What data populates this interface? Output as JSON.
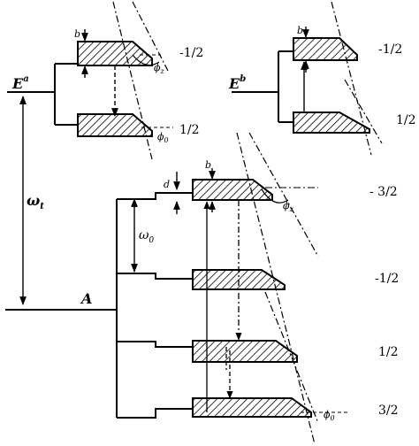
{
  "levels": {
    "E_a": {
      "label": "E",
      "sup": "a"
    },
    "E_b": {
      "label": "E",
      "sup": "b"
    },
    "A": {
      "label": "A"
    }
  },
  "quantum_numbers": {
    "ea_top": "-1/2",
    "ea_bottom": "1/2",
    "eb_top": "-1/2",
    "eb_bottom": "1/2",
    "a_1": "- 3/2",
    "a_2": "-1/2",
    "a_3": "1/2",
    "a_4": "3/2"
  },
  "symbols": {
    "omega_t": "ω",
    "omega_t_sub": "t",
    "omega_0": "ω",
    "omega_0_sub": "0",
    "b": "b",
    "d": "d",
    "phi": "ϕ",
    "phi_z_sub": "z",
    "phi_0_sub": "0"
  }
}
